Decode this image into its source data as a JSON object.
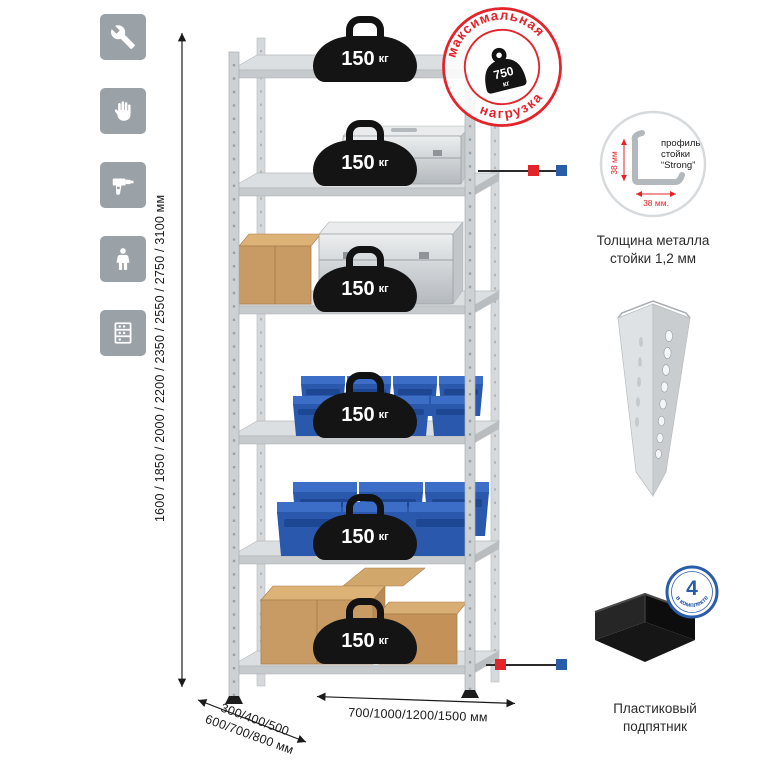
{
  "colors": {
    "accent_red": "#e3242b",
    "accent_blue": "#2a5caa",
    "icon_gray": "#9aa1a7",
    "bin_blue": "#2a58ad",
    "cardboard": "#c99b64",
    "metal_light": "#cdd1d4"
  },
  "icons": {
    "left_column": [
      "wrench-icon",
      "gloves-icon",
      "drill-icon",
      "person-icon",
      "shelving-icon"
    ]
  },
  "dimensions": {
    "height": "1600 / 1850 / 2000 / 2200 / 2350 / 2550 / 2750 / 3100 мм",
    "depth_line1": "300/400/500",
    "depth_line2": "600/700/800 мм",
    "width": "700/1000/1200/1500 мм"
  },
  "load": {
    "value": "150",
    "unit": "кг"
  },
  "stamp": {
    "top_text": "максимальная",
    "bottom_text": "нагрузка",
    "weight_value": "750",
    "weight_unit": "кг"
  },
  "profile": {
    "line1": "профиль",
    "line2": "стойки",
    "line3": "“Strong”",
    "dim_v": "38 мм",
    "dim_h": "38 мм.",
    "caption1": "Толщина металла",
    "caption2": "стойки 1,2 мм"
  },
  "foot": {
    "badge_number": "4",
    "badge_text": "в комплекте",
    "caption1": "Пластиковый",
    "caption2": "подпятник"
  }
}
